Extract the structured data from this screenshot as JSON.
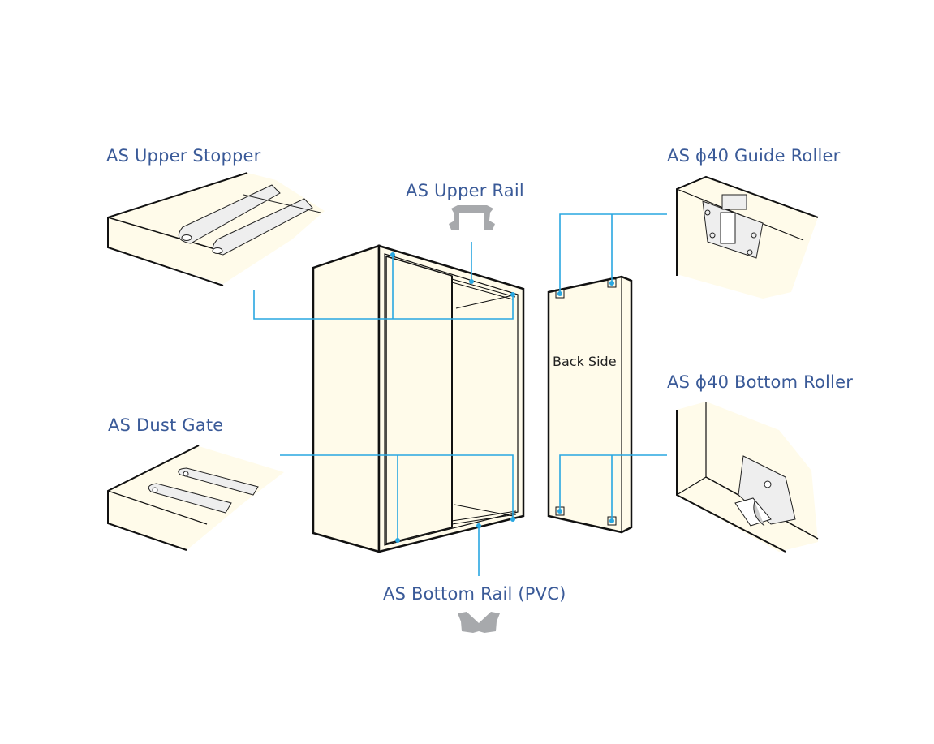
{
  "colors": {
    "label_text": "#3a5a98",
    "leader_line": "#29a7e1",
    "panel_fill": "#fffbea",
    "outline": "#111111",
    "profile_gray": "#a7a9ac",
    "hardware_fill": "#eeeeee"
  },
  "labels": {
    "upper_stopper": "AS Upper Stopper",
    "upper_rail": "AS Upper Rail",
    "guide_roller": "AS ϕ40 Guide Roller",
    "bottom_roller": "AS ϕ40 Bottom Roller",
    "dust_gate": "AS Dust Gate",
    "bottom_rail": "AS Bottom Rail (PVC)",
    "back_side": "Back Side"
  }
}
